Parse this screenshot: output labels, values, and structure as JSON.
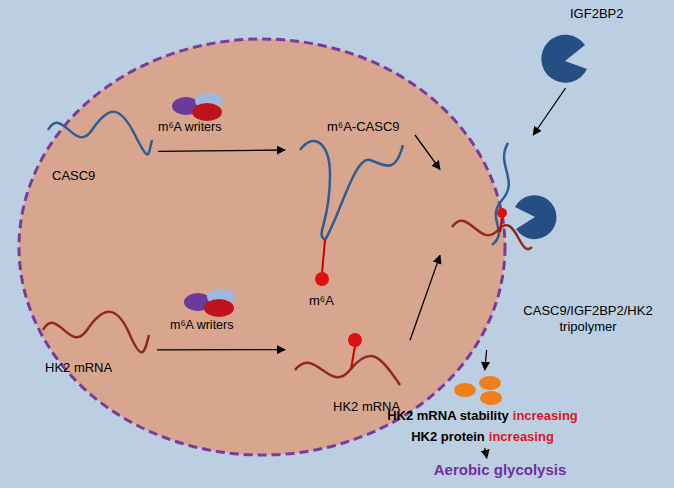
{
  "diagram": {
    "nodes": [
      {
        "text": [
          "CASC9"
        ]
      },
      {
        "text": [
          "m⁶A-CASC9",
          "m⁶A"
        ]
      },
      {
        "text": [
          "HK2 mRNA"
        ]
      },
      {
        "text": [
          "HK2 mRNA"
        ]
      },
      {
        "text": [
          "IGF2BP2"
        ]
      },
      {
        "text": [
          "CASC9/IGF2BP2/HK2 tripolymer"
        ]
      },
      {
        "text": [
          "HK2 mRNA stability",
          "increasing",
          "HK2 protein",
          "increasing"
        ]
      },
      {
        "text": [
          "Aerobic glycolysis"
        ]
      }
    ],
    "edges": [
      {
        "from": 0,
        "to": 1,
        "arrow": "to"
      },
      {
        "from": 2,
        "to": 3,
        "arrow": "to"
      },
      {
        "from": 1,
        "to": 5,
        "arrow": "to"
      },
      {
        "from": 3,
        "to": 5,
        "arrow": "to"
      },
      {
        "from": 4,
        "to": 5,
        "arrow": "to"
      },
      {
        "from": 5,
        "to": 6,
        "arrow": "to"
      },
      {
        "from": 6,
        "to": 7,
        "arrow": "to"
      }
    ],
    "labels": [
      "m⁶A writers",
      "m⁶A writers"
    ]
  }
}
